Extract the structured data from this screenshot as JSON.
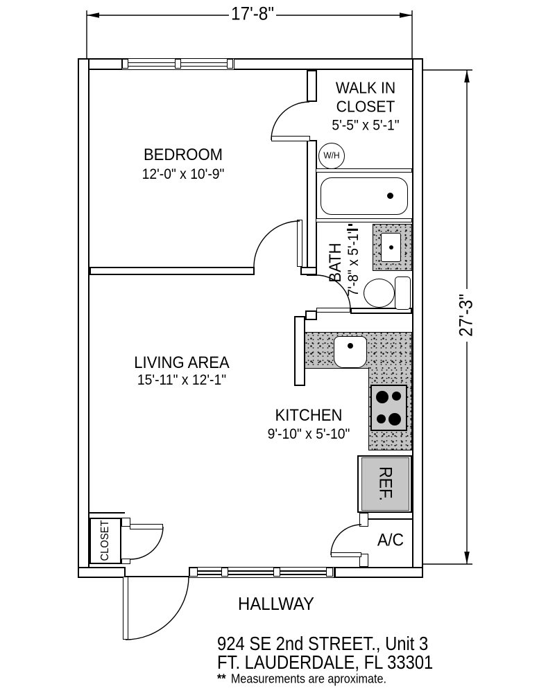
{
  "dimensions": {
    "overall_width": "17'-8\"",
    "overall_height": "27'-3\""
  },
  "rooms": {
    "bedroom": {
      "name": "BEDROOM",
      "size": "12'-0\" x 10'-9\""
    },
    "walk_in_closet": {
      "name_line1": "WALK IN",
      "name_line2": "CLOSET",
      "size": "5'-5\" x 5'-1\""
    },
    "bath": {
      "name": "BATH",
      "size": "7'-8\" x 5'-1\""
    },
    "living_area": {
      "name": "LIVING AREA",
      "size": "15'-11\" x 12'-1\""
    },
    "kitchen": {
      "name": "KITCHEN",
      "size": "9'-10\" x 5'-10\""
    },
    "closet": {
      "name": "CLOSET"
    },
    "hallway": {
      "name": "HALLWAY"
    }
  },
  "fixtures": {
    "water_heater": "W/H",
    "refrigerator": "REF.",
    "air_conditioner": "A/C"
  },
  "title_block": {
    "address_line1": "924 SE 2nd STREET., Unit 3",
    "address_line2": "FT. LAUDERDALE, FL 33301",
    "footnote_marker": "**",
    "footnote_text": "Measurements are aproximate."
  },
  "colors": {
    "line": "#000000",
    "background": "#ffffff",
    "counter_fill": "#c3c3c3",
    "appliance_fill": "#c9c9c9"
  }
}
